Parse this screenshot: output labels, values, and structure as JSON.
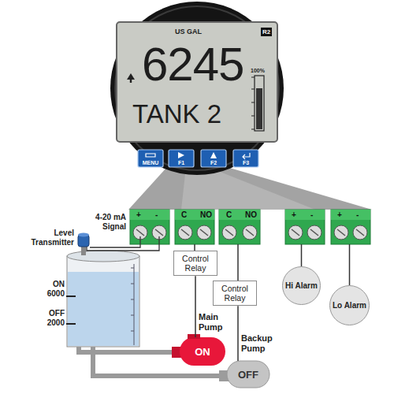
{
  "diagram": {
    "nodes": [
      {
        "text": [
          "US GAL",
          "6245",
          "TANK 2"
        ]
      },
      {
        "text": [
          "MENU"
        ]
      },
      {
        "text": [
          "F1"
        ]
      },
      {
        "text": [
          "F2"
        ]
      },
      {
        "text": [
          "F3"
        ]
      },
      {
        "text": [
          "+",
          "-"
        ]
      },
      {
        "text": [
          "C",
          "NO"
        ]
      },
      {
        "text": [
          "C",
          "NO"
        ]
      },
      {
        "text": [
          "+",
          "-"
        ]
      },
      {
        "text": [
          "+",
          "-"
        ]
      },
      {
        "text": [
          "Control Relay"
        ]
      },
      {
        "text": [
          "Control Relay"
        ]
      },
      {
        "text": [
          "Hi Alarm"
        ]
      },
      {
        "text": [
          "Lo Alarm"
        ]
      },
      {
        "text": [
          "ON"
        ]
      },
      {
        "text": [
          "OFF"
        ]
      }
    ],
    "edges": [
      {
        "from": 6,
        "to": 10,
        "arrow": "none"
      },
      {
        "from": 7,
        "to": 11,
        "arrow": "none"
      },
      {
        "from": 8,
        "to": 12,
        "arrow": "none"
      },
      {
        "from": 9,
        "to": 13,
        "arrow": "none"
      },
      {
        "from": 10,
        "to": 14,
        "arrow": "none"
      },
      {
        "from": 11,
        "to": 15,
        "arrow": "none"
      }
    ],
    "labels": [
      "R2",
      "100%",
      "4-20 mA Signal",
      "Level Transmitter",
      "ON 6000",
      "OFF 2000",
      "Main Pump",
      "Backup Pump"
    ]
  }
}
